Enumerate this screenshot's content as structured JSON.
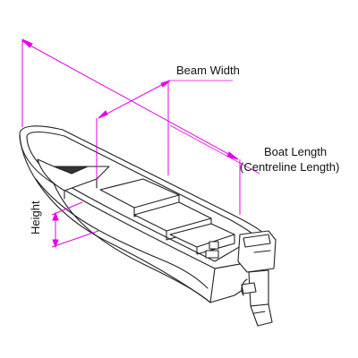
{
  "labels": {
    "beam_width": "Beam Width",
    "boat_length_line1": "Boat Length",
    "boat_length_line2": "(Centreline Length)",
    "height": "Height"
  },
  "colors": {
    "dimension_lines": "#e600e6",
    "outline": "#222222",
    "text": "#111111"
  }
}
